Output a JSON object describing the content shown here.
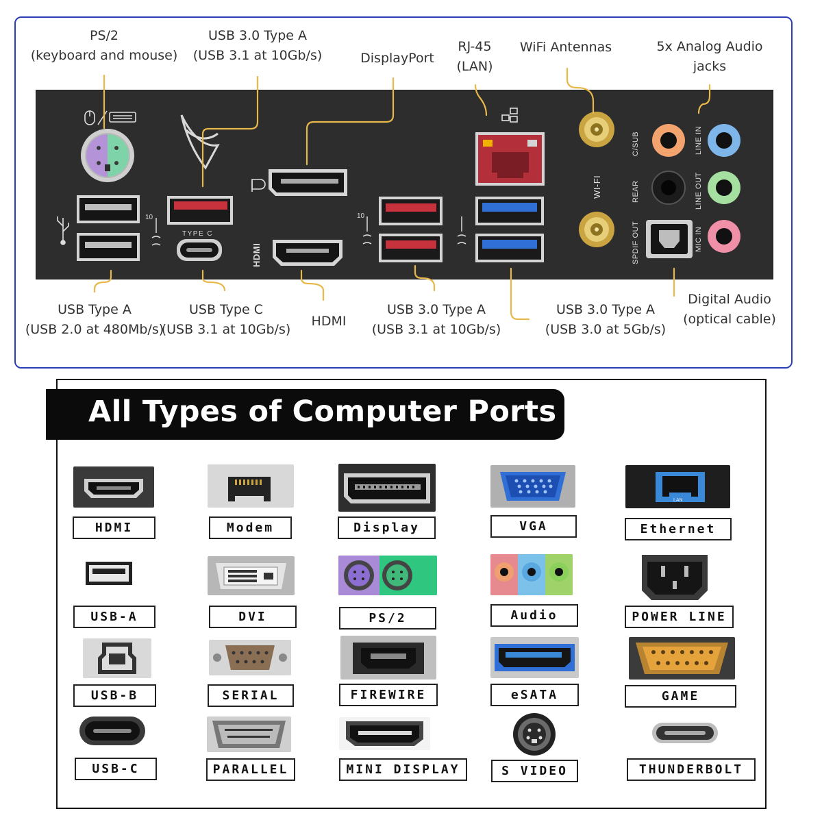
{
  "callouts": {
    "ps2": {
      "line1": "PS/2",
      "line2": "(keyboard and mouse)"
    },
    "usb30a_top": {
      "line1": "USB 3.0 Type A",
      "line2": "(USB 3.1 at 10Gb/s)"
    },
    "displayport": {
      "line1": "DisplayPort"
    },
    "rj45": {
      "line1": "RJ-45",
      "line2": "(LAN)"
    },
    "wifi": {
      "line1": "WiFi Antennas"
    },
    "audio_jacks": {
      "line1": "5x Analog Audio",
      "line2": "jacks"
    },
    "usb_a": {
      "line1": "USB Type A",
      "line2": "(USB 2.0 at 480Mb/s)"
    },
    "usb_c": {
      "line1": "USB Type C",
      "line2": "(USB 3.1 at 10Gb/s)"
    },
    "hdmi": {
      "line1": "HDMI"
    },
    "usb30a_mid": {
      "line1": "USB 3.0 Type A",
      "line2": "(USB 3.1 at 10Gb/s)"
    },
    "usb30a_right": {
      "line1": "USB 3.0 Type A",
      "line2": "(USB 3.0 at 5Gb/s)"
    },
    "digital_audio": {
      "line1": "Digital Audio",
      "line2": "(optical cable)"
    }
  },
  "panel_labels": {
    "type_c": "TYPE C",
    "hdmi": "HDMI",
    "wifi": "WI-FI",
    "c_sub": "C/SUB",
    "rear": "REAR",
    "spdif": "SPDIF OUT",
    "line_in": "LINE IN",
    "line_out": "LINE OUT",
    "mic_in": "MIC IN",
    "ss10_left": "10",
    "ss10_mid": "10"
  },
  "banner": {
    "title": "All Types of Computer Ports"
  },
  "port_types": [
    "HDMI",
    "Modem",
    "Display",
    "VGA",
    "Ethernet",
    "USB-A",
    "DVI",
    "PS/2",
    "Audio",
    "POWER LINE",
    "USB-B",
    "SERIAL",
    "FIREWIRE",
    "eSATA",
    "GAME",
    "USB-C",
    "PARALLEL",
    "MINI DISPLAY",
    "S VIDEO",
    "THUNDERBOLT"
  ],
  "tile_text": {
    "ethernet_lan": "LAN"
  },
  "colors": {
    "frame_blue": "#2b3fb5",
    "leader_yellow": "#e8b84a",
    "panel": "#2d2d2d",
    "usb31_red": "#c8323c",
    "usb30_blue": "#2f6fd6",
    "audio_orange": "#f3a36d",
    "audio_blue": "#7fb6ea",
    "audio_green": "#a6e0a0",
    "audio_pink": "#ef8fa8"
  }
}
